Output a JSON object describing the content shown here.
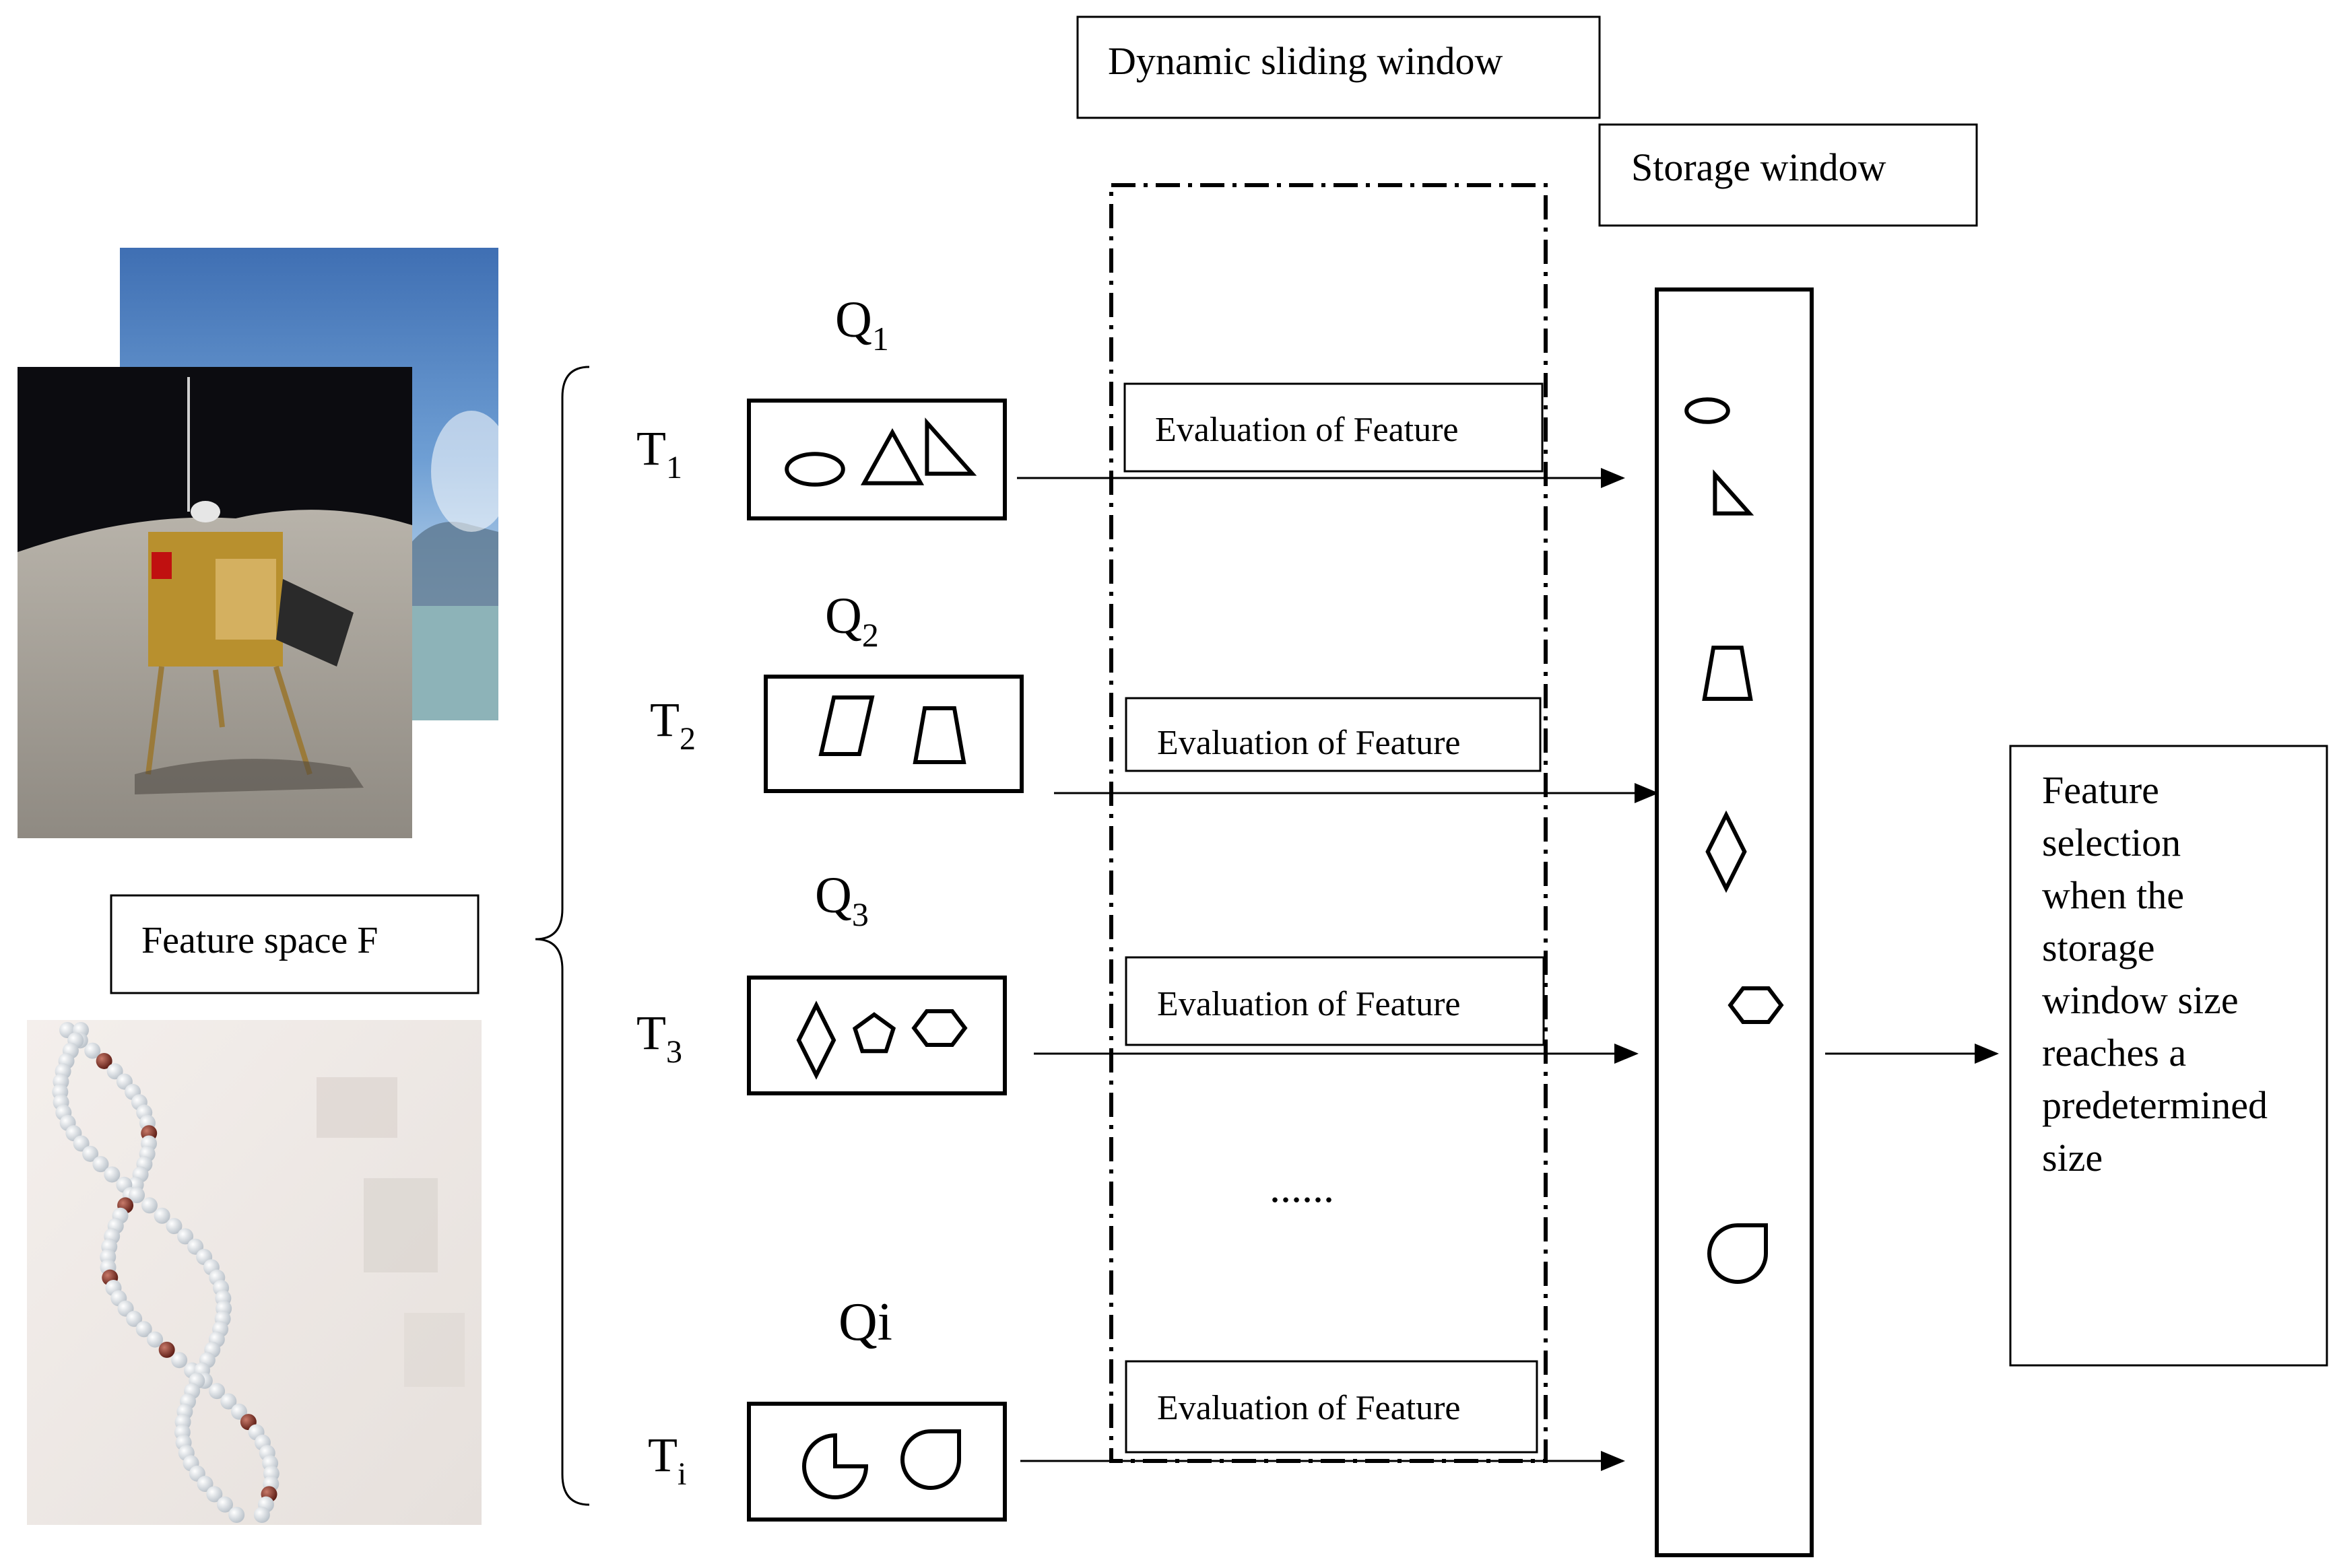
{
  "labels": {
    "dynamic_sliding_window": "Dynamic sliding window",
    "storage_window": "Storage window",
    "feature_space": "Feature space F",
    "ellipsis": "......",
    "feature_selection_lines": [
      "Feature",
      "selection",
      "when the",
      "storage",
      "window size",
      "reaches a",
      "predetermined",
      "size"
    ]
  },
  "tasks": [
    {
      "q_base": "Q",
      "q_sub": "1",
      "t_base": "T",
      "t_sub": "1",
      "eval_label": "Evaluation of Feature",
      "shapes": [
        "ellipse",
        "triangle",
        "right-triangle"
      ]
    },
    {
      "q_base": "Q",
      "q_sub": "2",
      "t_base": "T",
      "t_sub": "2",
      "eval_label": "Evaluation of Feature",
      "shapes": [
        "parallelogram",
        "trapezoid"
      ]
    },
    {
      "q_base": "Q",
      "q_sub": "3",
      "t_base": "T",
      "t_sub": "3",
      "eval_label": "Evaluation of Feature",
      "shapes": [
        "diamond",
        "pentagon",
        "hexagon"
      ]
    },
    {
      "q_base": "Qi",
      "q_sub": "",
      "t_base": "T",
      "t_sub": "i",
      "eval_label": "Evaluation of Feature",
      "shapes": [
        "pie",
        "teardrop"
      ]
    }
  ],
  "storage_shapes": [
    "ellipse",
    "right-triangle",
    "trapezoid",
    "diamond",
    "hexagon",
    "teardrop"
  ],
  "colors": {
    "stroke": "#000000",
    "background": "#ffffff"
  }
}
